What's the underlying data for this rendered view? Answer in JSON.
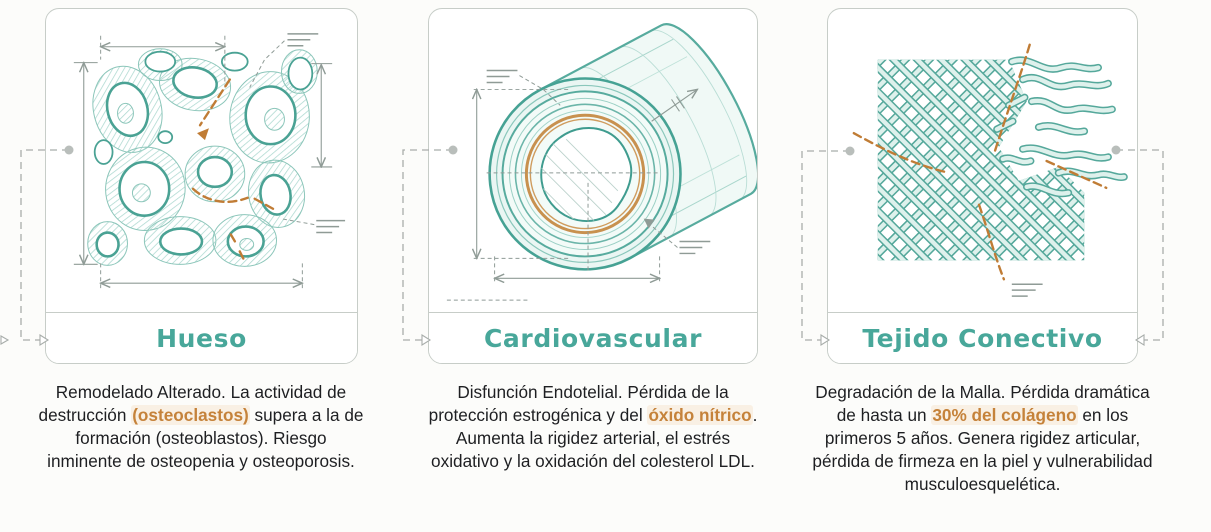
{
  "colors": {
    "accent_teal": "#48a79a",
    "highlight_orange": "#c5823a",
    "body_text": "#1e1f22",
    "card_border": "#c7cdc8",
    "drawing_teal": "#4aa294",
    "connector_gray": "#a8adaa"
  },
  "panels": [
    {
      "title": "Hueso",
      "illustration_alt": "trabecular-bone-technical-drawing",
      "description": [
        {
          "text": "Remodelado Alterado. La actividad de destrucción ",
          "highlight": false
        },
        {
          "text": "(osteoclastos)",
          "highlight": true
        },
        {
          "text": " supera a la de formación (osteoblastos). Riesgo inminente de osteopenia y osteoporosis.",
          "highlight": false
        }
      ]
    },
    {
      "title": "Cardiovascular",
      "illustration_alt": "artery-cross-section-technical-drawing",
      "description": [
        {
          "text": "Disfunción Endotelial. Pérdida de la protección estrogénica y del ",
          "highlight": false
        },
        {
          "text": "óxido nítrico",
          "highlight": true
        },
        {
          "text": ". Aumenta la rigidez arterial, el estrés oxidativo y la oxidación del colesterol LDL.",
          "highlight": false
        }
      ]
    },
    {
      "title": "Tejido Conectivo",
      "illustration_alt": "collagen-mesh-technical-drawing",
      "description": [
        {
          "text": "Degradación de la Malla. Pérdida dramática de hasta un ",
          "highlight": false
        },
        {
          "text": "30% del colágeno",
          "highlight": true
        },
        {
          "text": " en los primeros 5 años. Genera rigidez articular, pérdida de firmeza en la piel y vulnerabilidad musculoesquelética.",
          "highlight": false
        }
      ]
    }
  ]
}
